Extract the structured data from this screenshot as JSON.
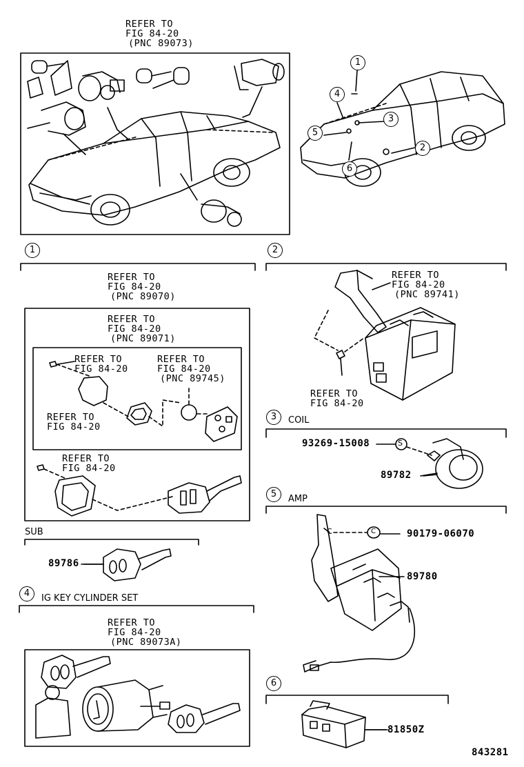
{
  "overview": {
    "refer_line1": "REFER TO",
    "refer_line2": "FIG 84-20",
    "refer_line3": "(PNC 89073)",
    "callouts": [
      "1",
      "4",
      "3",
      "5",
      "2",
      "6"
    ]
  },
  "section1": {
    "number": "1",
    "outer_refer": [
      "REFER TO",
      "FIG 84-20",
      "(PNC 89070)"
    ],
    "inner_refer": [
      "REFER TO",
      "FIG 84-20",
      "(PNC 89071)"
    ],
    "screw_refer": [
      "REFER TO",
      "FIG 84-20"
    ],
    "battery_refer": [
      "REFER TO",
      "FIG 84-20",
      "(PNC 89745)"
    ],
    "gasket_refer": [
      "REFER TO",
      "FIG 84-20"
    ],
    "lower_refer": [
      "REFER TO",
      "FIG 84-20"
    ],
    "sub_label": "SUB",
    "sub_part": "89786"
  },
  "section2": {
    "number": "2",
    "bracket_refer": [
      "REFER TO",
      "FIG 84-20",
      "(PNC 89741)"
    ],
    "bolt_refer": [
      "REFER TO",
      "FIG 84-20"
    ]
  },
  "section3": {
    "number": "3",
    "title": "COIL",
    "screw_part": "93269-15008",
    "screw_symbol": "S",
    "coil_part": "89782"
  },
  "section4": {
    "number": "4",
    "title": "IG KEY CYLINDER SET",
    "refer": [
      "REFER TO",
      "FIG 84-20",
      "(PNC 89073A)"
    ]
  },
  "section5": {
    "number": "5",
    "title": "AMP",
    "clip_symbol": "C",
    "clip_part": "90179-06070",
    "amp_part": "89780"
  },
  "section6": {
    "number": "6",
    "relay_part": "81850Z"
  },
  "figure_number": "843281"
}
